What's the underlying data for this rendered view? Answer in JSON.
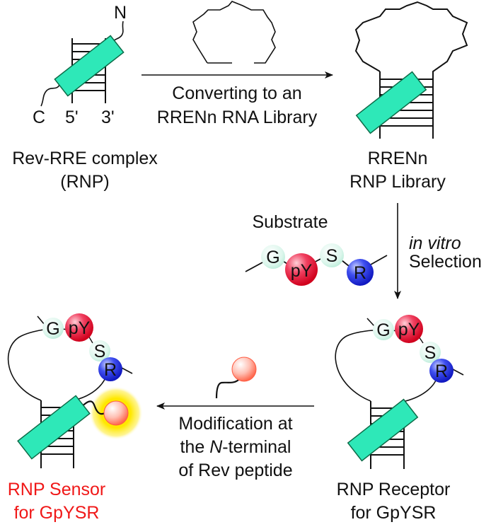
{
  "panels": {
    "rev_rre": {
      "terminus_n": "N",
      "terminus_c": "C",
      "strand_5": "5'",
      "strand_3": "3'",
      "title_line1": "Rev-RRE complex",
      "title_line2": "(RNP)"
    },
    "library": {
      "title_line1": "RRENn",
      "title_line2": "RNP Library"
    },
    "receptor": {
      "title_line1": "RNP Receptor",
      "title_line2": "for GpYSR"
    },
    "sensor": {
      "title_line1": "RNP Sensor",
      "title_line2": "for GpYSR"
    }
  },
  "arrows": {
    "convert": {
      "line1": "Converting to an",
      "line2": "RRENn RNA Library"
    },
    "selection": {
      "line1_italic": "in vitro",
      "line2": "Selection"
    },
    "modification": {
      "line1": "Modification at",
      "line2_prefix": "the ",
      "line2_italic": "N",
      "line2_suffix": "-terminal",
      "line3": "of Rev peptide"
    }
  },
  "substrate": {
    "label": "Substrate",
    "residues": [
      "G",
      "pY",
      "S",
      "R"
    ]
  },
  "colors": {
    "peptide_helix": "#2ee8b8",
    "peptide_helix_border": "#0d6b48",
    "residue_neutral": "#d8f5ea",
    "residue_phospho": "#f0203c",
    "residue_basic": "#2030e0",
    "fluorophore": "#ff8a78",
    "glow": "#ffe800",
    "sensor_label": "#f01818"
  }
}
